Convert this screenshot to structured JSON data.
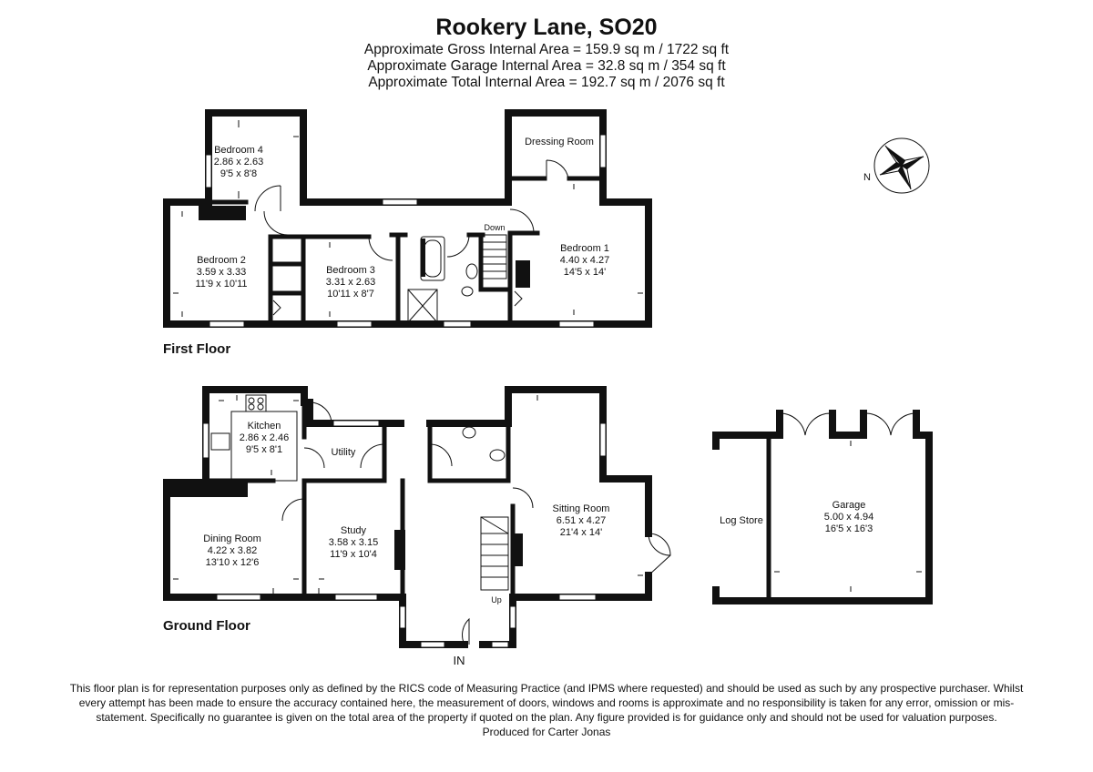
{
  "header": {
    "title": "Rookery Lane, SO20",
    "gross_area": "Approximate Gross Internal Area = 159.9 sq m / 1722 sq ft",
    "garage_area": "Approximate Garage Internal Area = 32.8 sq m / 354 sq ft",
    "total_area": "Approximate Total Internal Area = 192.7 sq m / 2076 sq ft"
  },
  "floors": {
    "first_floor_label": "First Floor",
    "ground_floor_label": "Ground Floor"
  },
  "first_floor_rooms": {
    "bedroom4": [
      "Bedroom 4",
      "2.86 x 2.63",
      "9'5 x 8'8"
    ],
    "bedroom2": [
      "Bedroom 2",
      "3.59 x 3.33",
      "11'9 x 10'11"
    ],
    "bedroom3": [
      "Bedroom 3",
      "3.31 x 2.63",
      "10'11 x 8'7"
    ],
    "bedroom1": [
      "Bedroom 1",
      "4.40 x 4.27",
      "14'5 x 14'"
    ],
    "dressing_room": "Dressing Room",
    "stairs_label": "Down"
  },
  "ground_floor_rooms": {
    "kitchen": [
      "Kitchen",
      "2.86 x 2.46",
      "9'5 x 8'1"
    ],
    "utility": "Utility",
    "dining": [
      "Dining Room",
      "4.22 x 3.82",
      "13'10 x 12'6"
    ],
    "study": [
      "Study",
      "3.58 x 3.15",
      "11'9 x 10'4"
    ],
    "sitting": [
      "Sitting Room",
      "6.51 x 4.27",
      "21'4 x 14'"
    ],
    "stairs_label": "Up",
    "entrance": "IN"
  },
  "outbuildings": {
    "log_store": "Log Store",
    "garage": [
      "Garage",
      "5.00 x 4.94",
      "16'5 x 16'3"
    ]
  },
  "compass": {
    "icon": "compass-rose-icon",
    "north_label": "N"
  },
  "footer": {
    "disclaimer": "This floor plan is for representation purposes only as defined by the RICS code of Measuring Practice (and IPMS where requested) and should be used as such by any prospective purchaser. Whilst every attempt has been made to ensure the accuracy contained here, the measurement of doors, windows and rooms is approximate and no responsibility is taken for any error, omission or mis-statement. Specifically no guarantee is given on the total area of the property if quoted on the plan. Any figure provided is for guidance only and should not be used for valuation purposes.",
    "produced": "Produced for Carter Jonas"
  }
}
